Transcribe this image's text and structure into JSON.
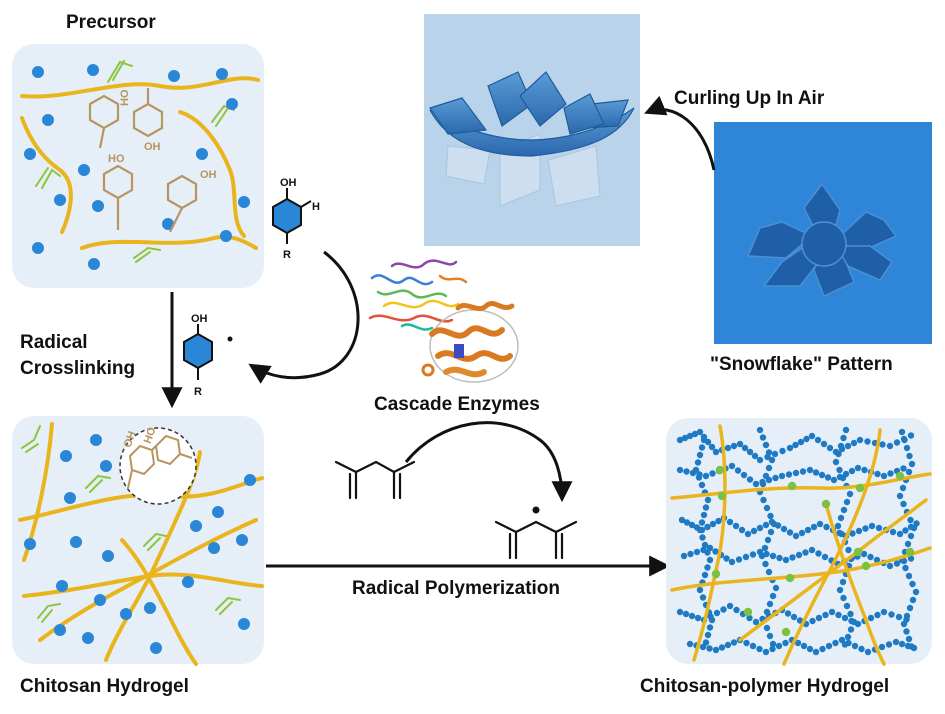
{
  "labels": {
    "precursor": "Precursor",
    "radical_crosslinking_line1": "Radical",
    "radical_crosslinking_line2": "Crosslinking",
    "cascade_enzymes": "Cascade Enzymes",
    "curling_up": "Curling Up In Air",
    "snowflake_pattern": "\"Snowflake\" Pattern",
    "radical_polymerization": "Radical Polymerization",
    "chitosan_hydrogel": "Chitosan Hydrogel",
    "chitosan_polymer_hydrogel": "Chitosan-polymer Hydrogel"
  },
  "chem": {
    "oh": "OH",
    "h": "H",
    "r": "R",
    "ho": "HO"
  },
  "colors": {
    "panel_bg": "#e6eff8",
    "chitosan_chain": "#e9b41c",
    "water_dot": "#2a86d6",
    "vinyl": "#8cc63f",
    "phenol_ring": "#b8955e",
    "monomer_ring": "#2a86d6",
    "polymer_bead": "#1f7ac4",
    "crosslink_node": "#7cc142",
    "photo_bg": "#b9d3ea",
    "gel_blue": "#2f73b8",
    "arrow": "#111111"
  }
}
